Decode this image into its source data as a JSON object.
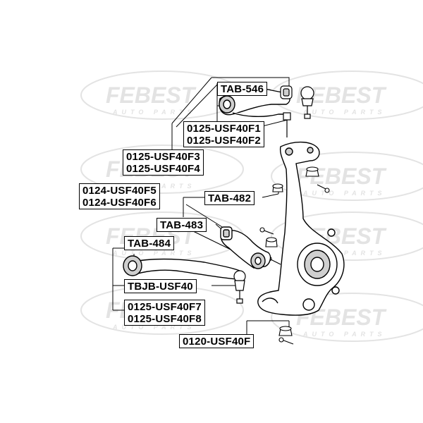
{
  "watermark": {
    "brand": "FEBEST",
    "tagline": "AUTO PARTS",
    "color": "#e3e3e3"
  },
  "labels": {
    "tab546": "TAB-546",
    "usf40f1": "0125-USF40F1",
    "usf40f2": "0125-USF40F2",
    "usf40f3": "0125-USF40F3",
    "usf40f4": "0125-USF40F4",
    "usf40f5": "0124-USF40F5",
    "usf40f6": "0124-USF40F6",
    "tab482": "TAB-482",
    "tab483": "TAB-483",
    "tab484": "TAB-484",
    "tbjb": "TBJB-USF40",
    "usf40f7": "0125-USF40F7",
    "usf40f8": "0125-USF40F8",
    "usf40f": "0120-USF40F"
  },
  "colors": {
    "line": "#000000",
    "part_fill": "#ffffff",
    "part_shade": "#cfcfcf"
  }
}
